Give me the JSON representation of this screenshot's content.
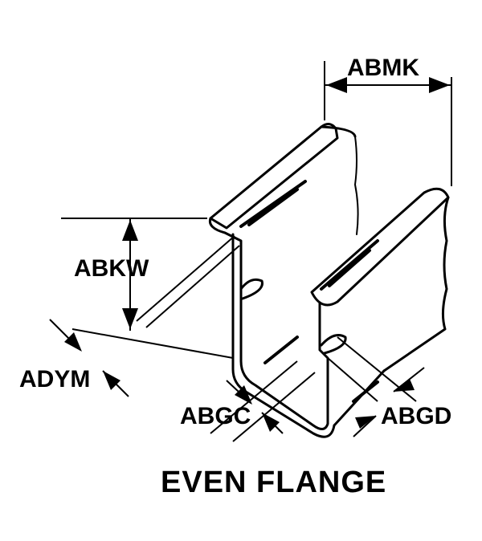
{
  "diagram": {
    "labels": {
      "abmk": "ABMK",
      "abkw": "ABKW",
      "adym": "ADYM",
      "abgc": "ABGC",
      "abgd": "ABGD"
    },
    "caption": "EVEN FLANGE",
    "colors": {
      "ink": "#000000",
      "paper": "#ffffff"
    }
  }
}
